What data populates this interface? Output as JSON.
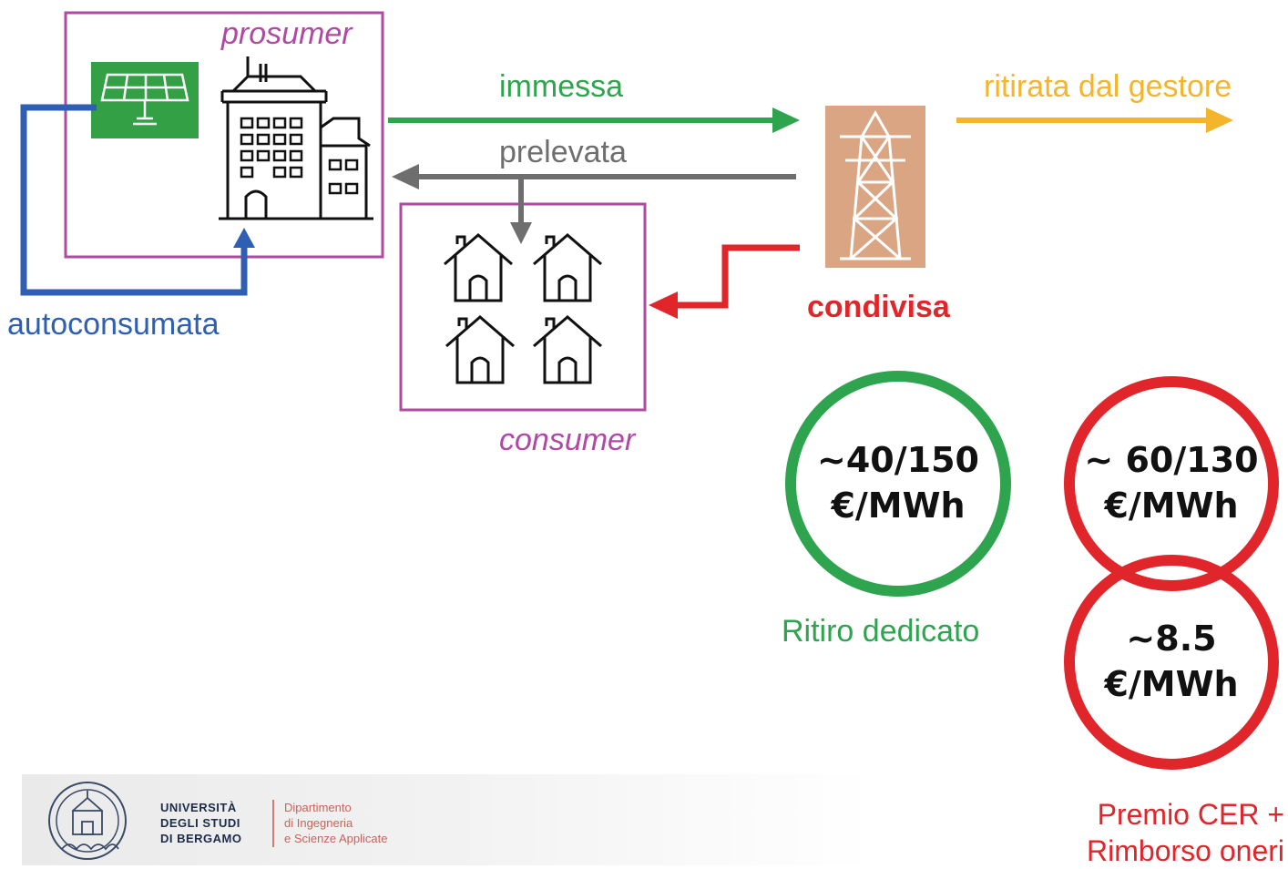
{
  "labels": {
    "prosumer": "prosumer",
    "consumer": "consumer",
    "immessa": "immessa",
    "prelevata": "prelevata",
    "ritirata": "ritirata dal gestore",
    "condivisa": "condivisa",
    "autoconsumata": "autoconsumata",
    "ritiro_dedicato": "Ritiro dedicato"
  },
  "prices": {
    "green": {
      "line1": "~40/150",
      "line2": "€/MWh"
    },
    "red_top": {
      "line1": "~ 60/130",
      "line2": "€/MWh"
    },
    "red_bottom": {
      "line1": "~8.5",
      "line2": "€/MWh"
    }
  },
  "premio": {
    "line1": "Premio CER +",
    "line2": "Rimborso oneri"
  },
  "logo": {
    "university": [
      "UNIVERSITÀ",
      "DEGLI STUDI",
      "DI BERGAMO"
    ],
    "department": [
      "Dipartimento",
      "di Ingegneria",
      "e Scienze Applicate"
    ]
  },
  "colors": {
    "prosumer_box": "#b048a4",
    "immessa": "#2ea44f",
    "prelevata": "#6e6e6e",
    "ritirata": "#f4b52c",
    "condivisa": "#e0262a",
    "autoconsumata": "#2f5fb3",
    "pylon_bg": "#d9a583",
    "solar_panel_bg": "#34a046"
  },
  "icons": [
    "solar-panel-icon",
    "building-icon",
    "house-icon",
    "power-pylon-icon",
    "university-seal-icon"
  ]
}
